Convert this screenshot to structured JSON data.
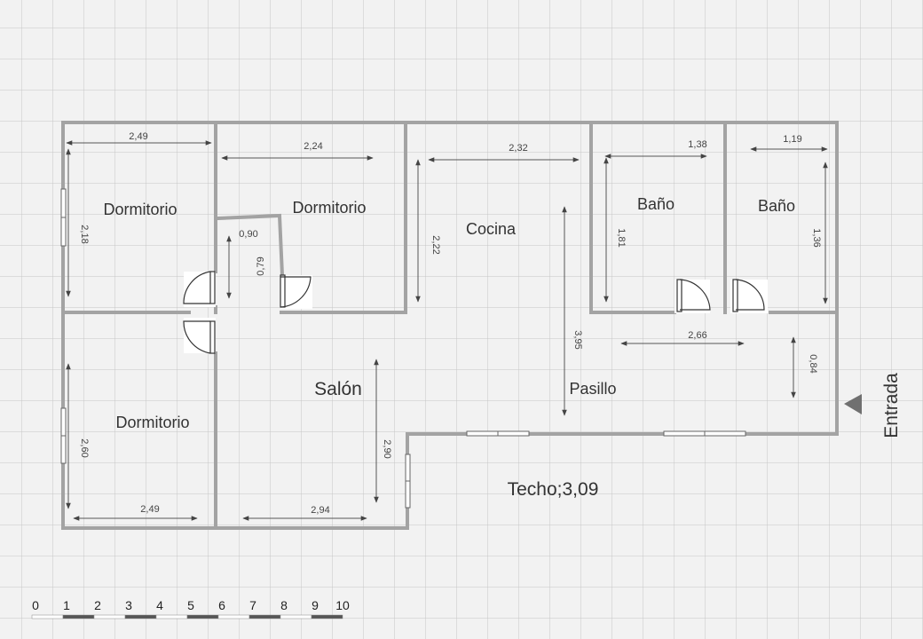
{
  "rooms": {
    "dormitorio_1": "Dormitorio",
    "dormitorio_2": "Dormitorio",
    "dormitorio_3": "Dormitorio",
    "cocina": "Cocina",
    "bano_1": "Baño",
    "bano_2": "Baño",
    "salon": "Salón",
    "pasillo": "Pasillo"
  },
  "labels": {
    "entrada": "Entrada",
    "techo": "Techo;3,09"
  },
  "dimensions": {
    "dorm1_width": "2,49",
    "dorm1_height": "2,18",
    "dorm2_width": "2,24",
    "closet_width": "0,90",
    "closet_depth": "0,79",
    "cocina_width": "2,32",
    "cocina_height": "2,22",
    "bano1_width": "1,38",
    "bano1_height": "1,81",
    "bano2_width": "1,19",
    "bano2_height": "1,36",
    "pasillo_length": "3,95",
    "pasillo_width": "2,66",
    "pasillo_depth": "0,84",
    "dorm3_height": "2,60",
    "dorm3_width": "2,49",
    "salon_width": "2,94",
    "salon_height": "2,90"
  },
  "scale": [
    "0",
    "1",
    "2",
    "3",
    "4",
    "5",
    "6",
    "7",
    "8",
    "9",
    "10"
  ],
  "colors": {
    "wall": "#a3a3a3",
    "grid": "#c6c6c6",
    "background": "#f2f2f2",
    "entrance_marker": "#707070"
  }
}
